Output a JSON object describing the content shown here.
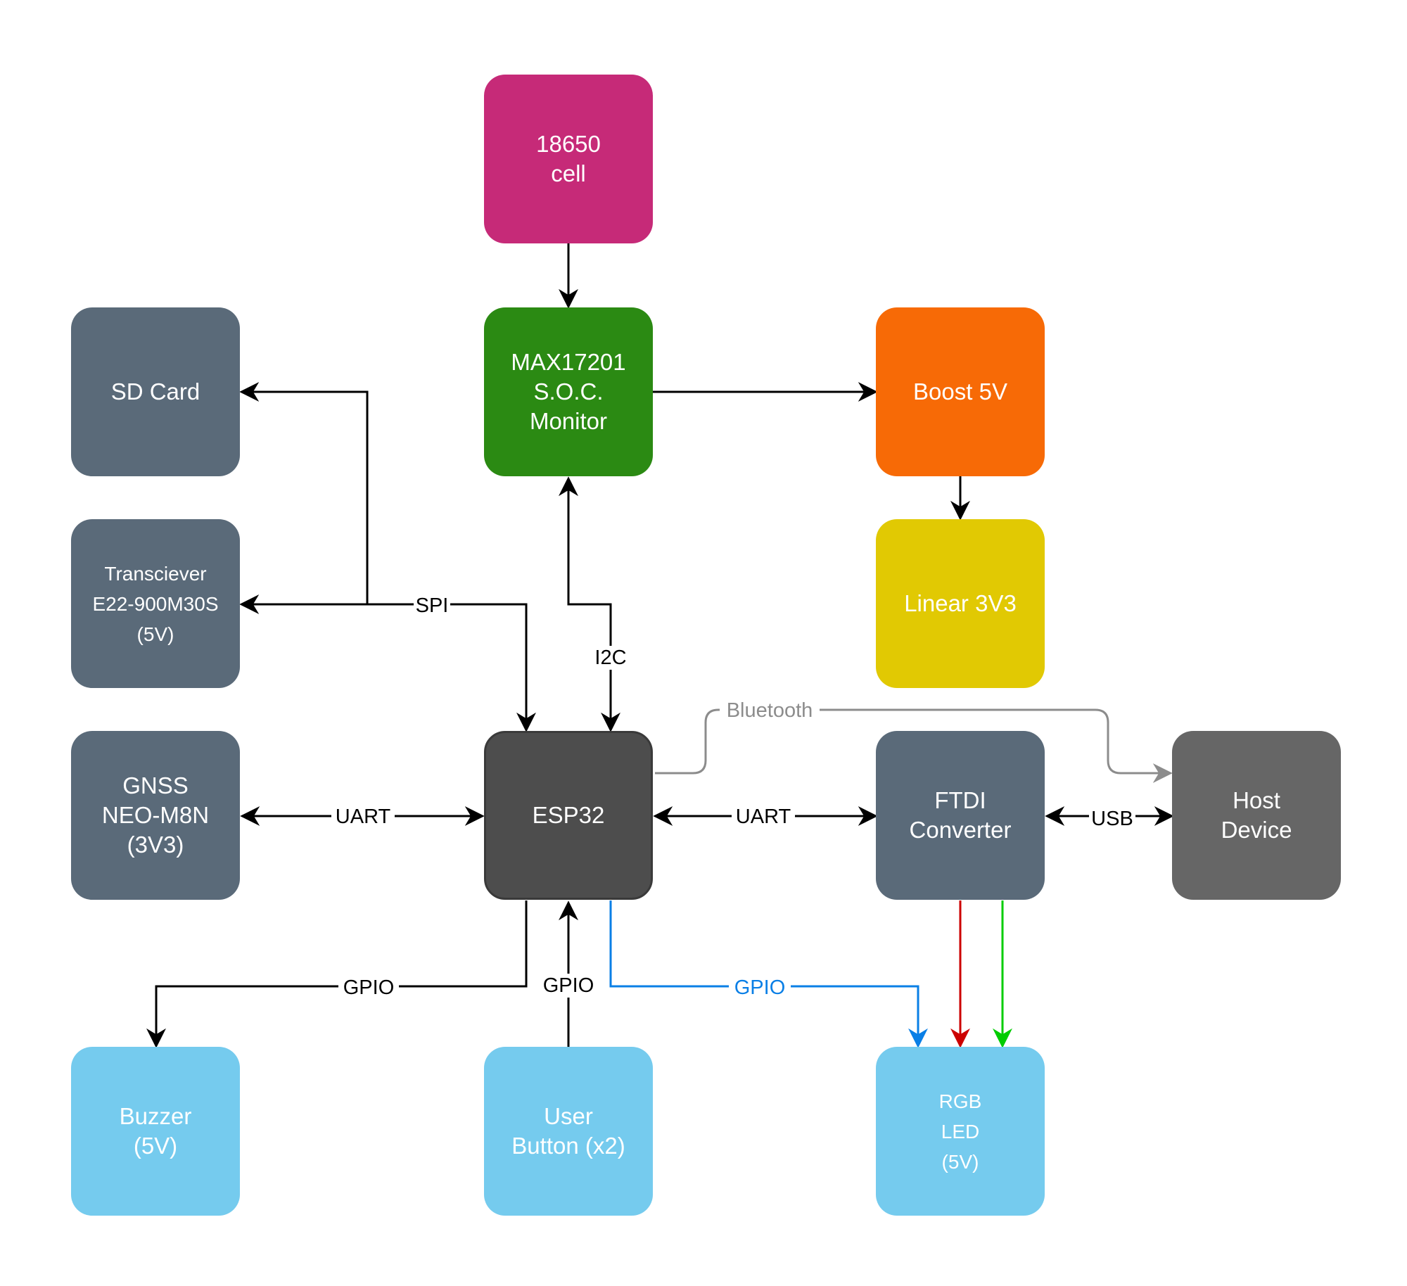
{
  "blocks": {
    "cell": {
      "lines": [
        "18650",
        "cell"
      ],
      "color": "#c62a78"
    },
    "soc": {
      "lines": [
        "MAX17201",
        "S.O.C.",
        "Monitor"
      ],
      "color": "#2b8a13"
    },
    "boost": {
      "lines": [
        "Boost 5V"
      ],
      "color": "#f76a06"
    },
    "linear": {
      "lines": [
        "Linear 3V3"
      ],
      "color": "#e1c903"
    },
    "sd": {
      "lines": [
        "SD Card"
      ],
      "color": "#5a6a79"
    },
    "transceiver": {
      "lines": [
        "Transciever",
        "E22-900M30S",
        "(5V)"
      ],
      "color": "#5a6a79"
    },
    "gnss": {
      "lines": [
        "GNSS",
        "NEO-M8N",
        "(3V3)"
      ],
      "color": "#5a6a79"
    },
    "esp32": {
      "lines": [
        "ESP32"
      ],
      "color": "#4d4d4d"
    },
    "ftdi": {
      "lines": [
        "FTDI",
        "Converter"
      ],
      "color": "#5a6a79"
    },
    "host": {
      "lines": [
        "Host",
        "Device"
      ],
      "color": "#666666"
    },
    "buzzer": {
      "lines": [
        "Buzzer",
        "(5V)"
      ],
      "color": "#75cbee"
    },
    "button": {
      "lines": [
        "User",
        "Button (x2)"
      ],
      "color": "#75cbee"
    },
    "rgb": {
      "lines": [
        "RGB",
        "LED",
        "(5V)"
      ],
      "color": "#75cbee"
    }
  },
  "edges": {
    "spi": "SPI",
    "i2c": "I2C",
    "bluetooth": "Bluetooth",
    "uart_gnss": "UART",
    "uart_ftdi": "UART",
    "usb": "USB",
    "gpio_buzzer": "GPIO",
    "gpio_button": "GPIO",
    "gpio_rgb": "GPIO"
  },
  "colors": {
    "line": "#000000",
    "bluetooth": "#8c8c8c",
    "gpio_blue": "#0a7fe6",
    "red": "#cc0000",
    "green": "#00cc00"
  }
}
